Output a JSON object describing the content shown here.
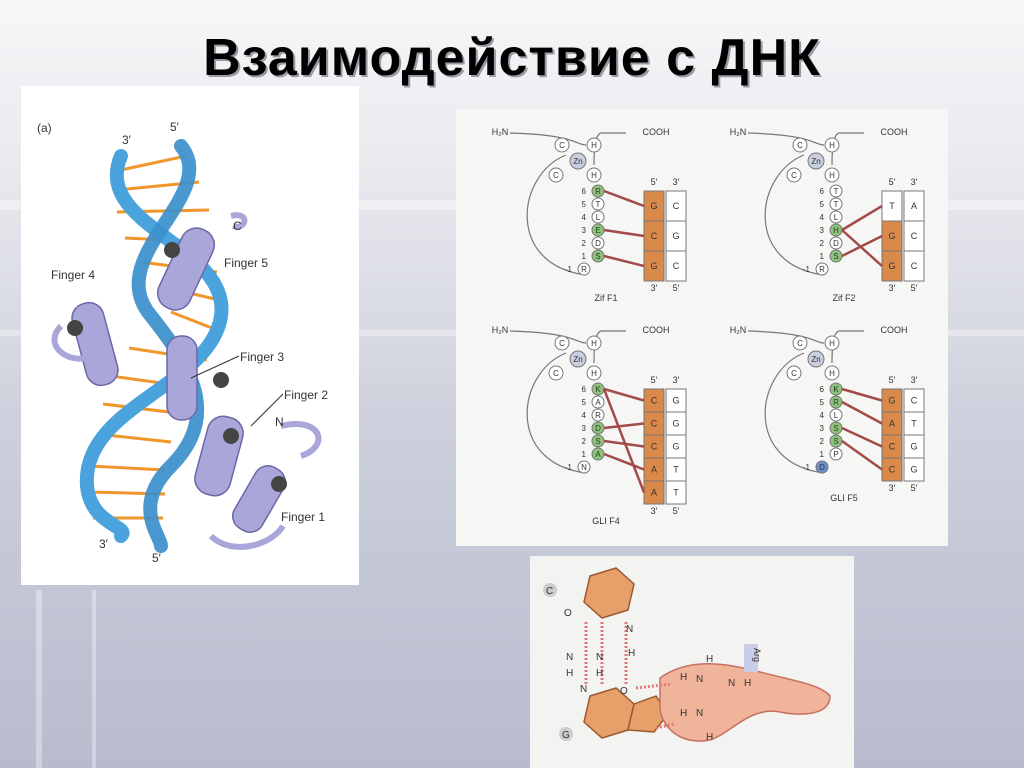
{
  "slide": {
    "title": "Взаимодействие с ДНК"
  },
  "panel_a": {
    "label": "(a)",
    "top_3": "3′",
    "top_5": "5′",
    "bottom_3": "3′",
    "bottom_5": "5′",
    "terminus_c": "C",
    "terminus_n": "N",
    "fingers": [
      "Finger 5",
      "Finger 4",
      "Finger 3",
      "Finger 2",
      "Finger 1"
    ],
    "colors": {
      "helix": "#4aa3dd",
      "rungs": "#f0962a",
      "protein": "#a9a6d9"
    }
  },
  "panel_b": {
    "h2n": "H₂N",
    "cooh": "COOH",
    "zn": "Zn",
    "h": "H",
    "c": "C",
    "p5": "5′",
    "p3": "3′",
    "fingers": [
      {
        "caption": "Zif F1",
        "numbers": [
          "6",
          "5",
          "4",
          "3",
          "2",
          "1",
          "-1"
        ],
        "residues": [
          "R",
          "T",
          "L",
          "E",
          "D",
          "S",
          "R"
        ],
        "rows": [
          [
            "G",
            "C"
          ],
          [
            "C",
            "G"
          ],
          [
            "G",
            "C"
          ]
        ]
      },
      {
        "caption": "Zif F2",
        "numbers": [
          "6",
          "5",
          "4",
          "3",
          "2",
          "1",
          "-1"
        ],
        "residues": [
          "T",
          "T",
          "L",
          "H",
          "D",
          "S",
          "R"
        ],
        "rows": [
          [
            "T",
            "A"
          ],
          [
            "G",
            "C"
          ],
          [
            "G",
            "C"
          ]
        ]
      },
      {
        "caption": "GLI F4",
        "numbers": [
          "6",
          "5",
          "4",
          "3",
          "2",
          "1",
          "-1"
        ],
        "residues": [
          "K",
          "A",
          "R",
          "D",
          "S",
          "A",
          "N"
        ],
        "rows": [
          [
            "C",
            "G"
          ],
          [
            "C",
            "G"
          ],
          [
            "C",
            "G"
          ],
          [
            "A",
            "T"
          ],
          [
            "A",
            "T"
          ]
        ]
      },
      {
        "caption": "GLI F5",
        "numbers": [
          "6",
          "5",
          "4",
          "3",
          "2",
          "1",
          "-1"
        ],
        "residues": [
          "K",
          "R",
          "L",
          "S",
          "S",
          "P",
          "D"
        ],
        "rows": [
          [
            "G",
            "C"
          ],
          [
            "A",
            "T"
          ],
          [
            "C",
            "G"
          ],
          [
            "C",
            "G"
          ]
        ]
      }
    ]
  },
  "panel_c": {
    "base_top": "C",
    "base_bottom": "G",
    "arg_label": "Arg",
    "n": "N",
    "o": "O",
    "h": "H"
  }
}
